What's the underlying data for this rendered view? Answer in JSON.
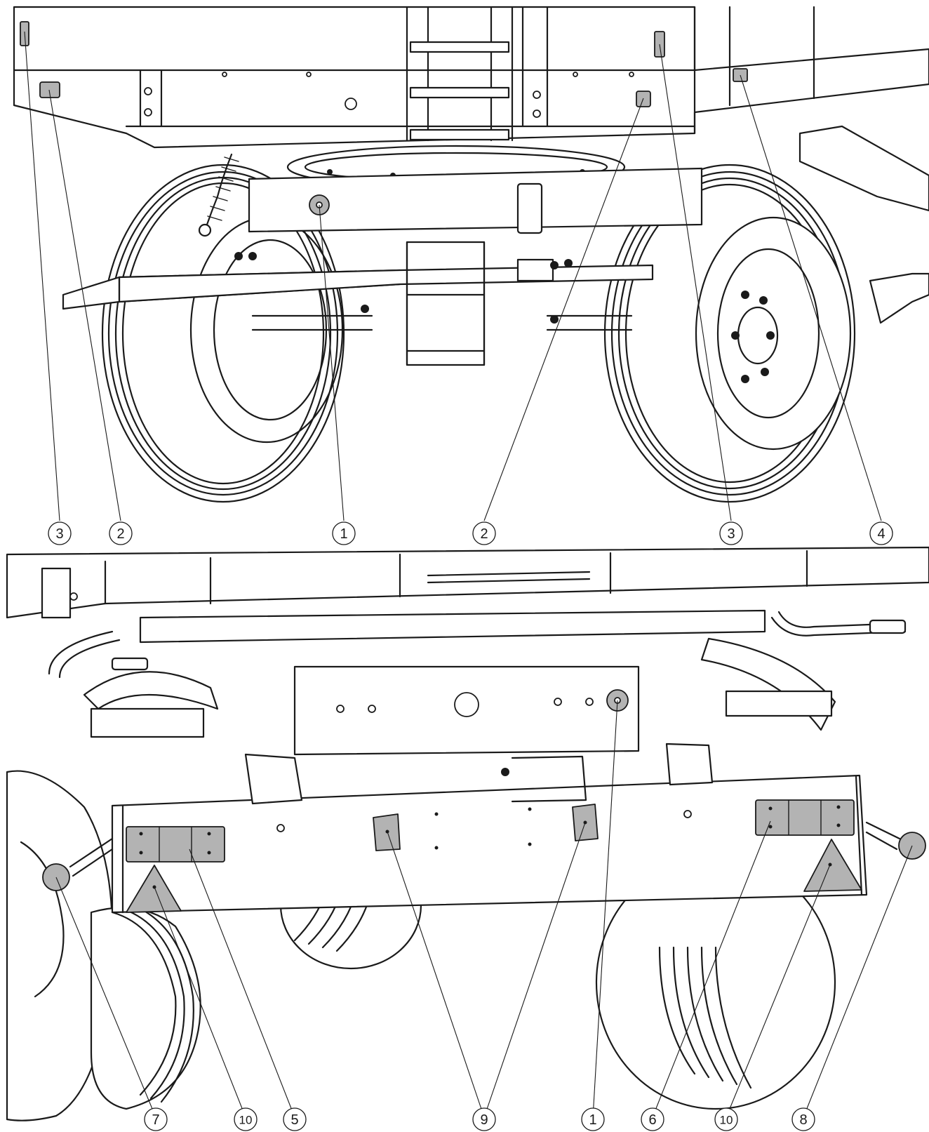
{
  "figure": {
    "views": [
      {
        "id": "front-view",
        "callouts": [
          {
            "label": "3",
            "part": "light-3"
          },
          {
            "label": "2",
            "part": "light-2"
          },
          {
            "label": "1",
            "part": "socket-1"
          },
          {
            "label": "2",
            "part": "light-2"
          },
          {
            "label": "3",
            "part": "light-3"
          },
          {
            "label": "4",
            "part": "light-4"
          }
        ]
      },
      {
        "id": "rear-view",
        "callouts": [
          {
            "label": "7",
            "part": "marker-lamp-left"
          },
          {
            "label": "10",
            "part": "warning-triangle-left"
          },
          {
            "label": "5",
            "part": "rear-light-left"
          },
          {
            "label": "9",
            "part": "reflector-9"
          },
          {
            "label": "1",
            "part": "socket-1"
          },
          {
            "label": "6",
            "part": "rear-light-right"
          },
          {
            "label": "10",
            "part": "warning-triangle-right"
          },
          {
            "label": "8",
            "part": "marker-lamp-right"
          }
        ]
      }
    ]
  }
}
